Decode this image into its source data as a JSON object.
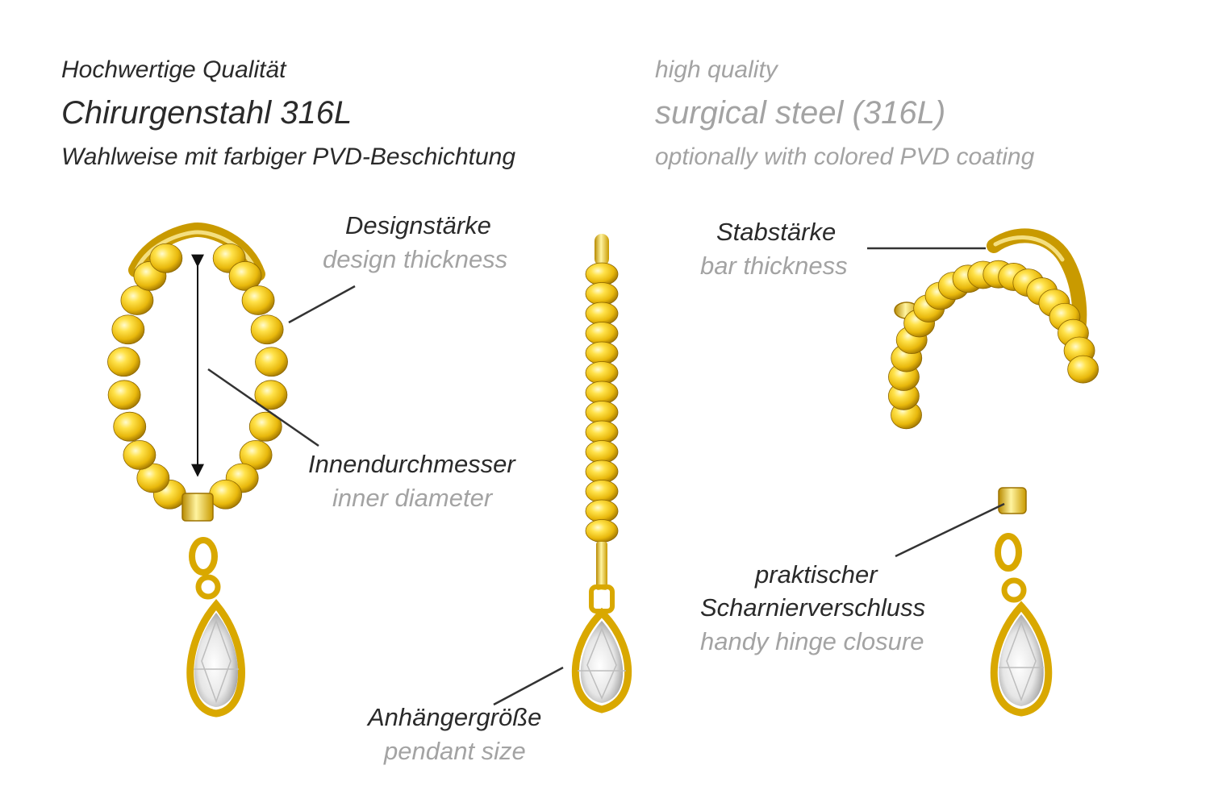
{
  "header": {
    "de_line1": "Hochwertige Qualität",
    "de_line2": "Chirurgenstahl 316L",
    "de_line3": "Wahlweise mit farbiger PVD-Beschichtung",
    "en_line1": "high quality",
    "en_line2": "surgical steel (316L)",
    "en_line3": "optionally with colored PVD coating"
  },
  "labels": {
    "design_de": "Designstärke",
    "design_en": "design thickness",
    "inner_de": "Innendurchmesser",
    "inner_en": "inner diameter",
    "bar_de": "Stabstärke",
    "bar_en": "bar thickness",
    "hinge_de1": "praktischer",
    "hinge_de2": "Scharnierverschluss",
    "hinge_en": "handy hinge closure",
    "pendant_de": "Anhängergröße",
    "pendant_en": "pendant size"
  },
  "colors": {
    "gold": "#e8b80c",
    "gold_dark": "#b88a00",
    "gold_light": "#fff4a0",
    "text_dark": "#2a2a2a",
    "text_light": "#a3a3a3",
    "leader_line": "#333333"
  }
}
